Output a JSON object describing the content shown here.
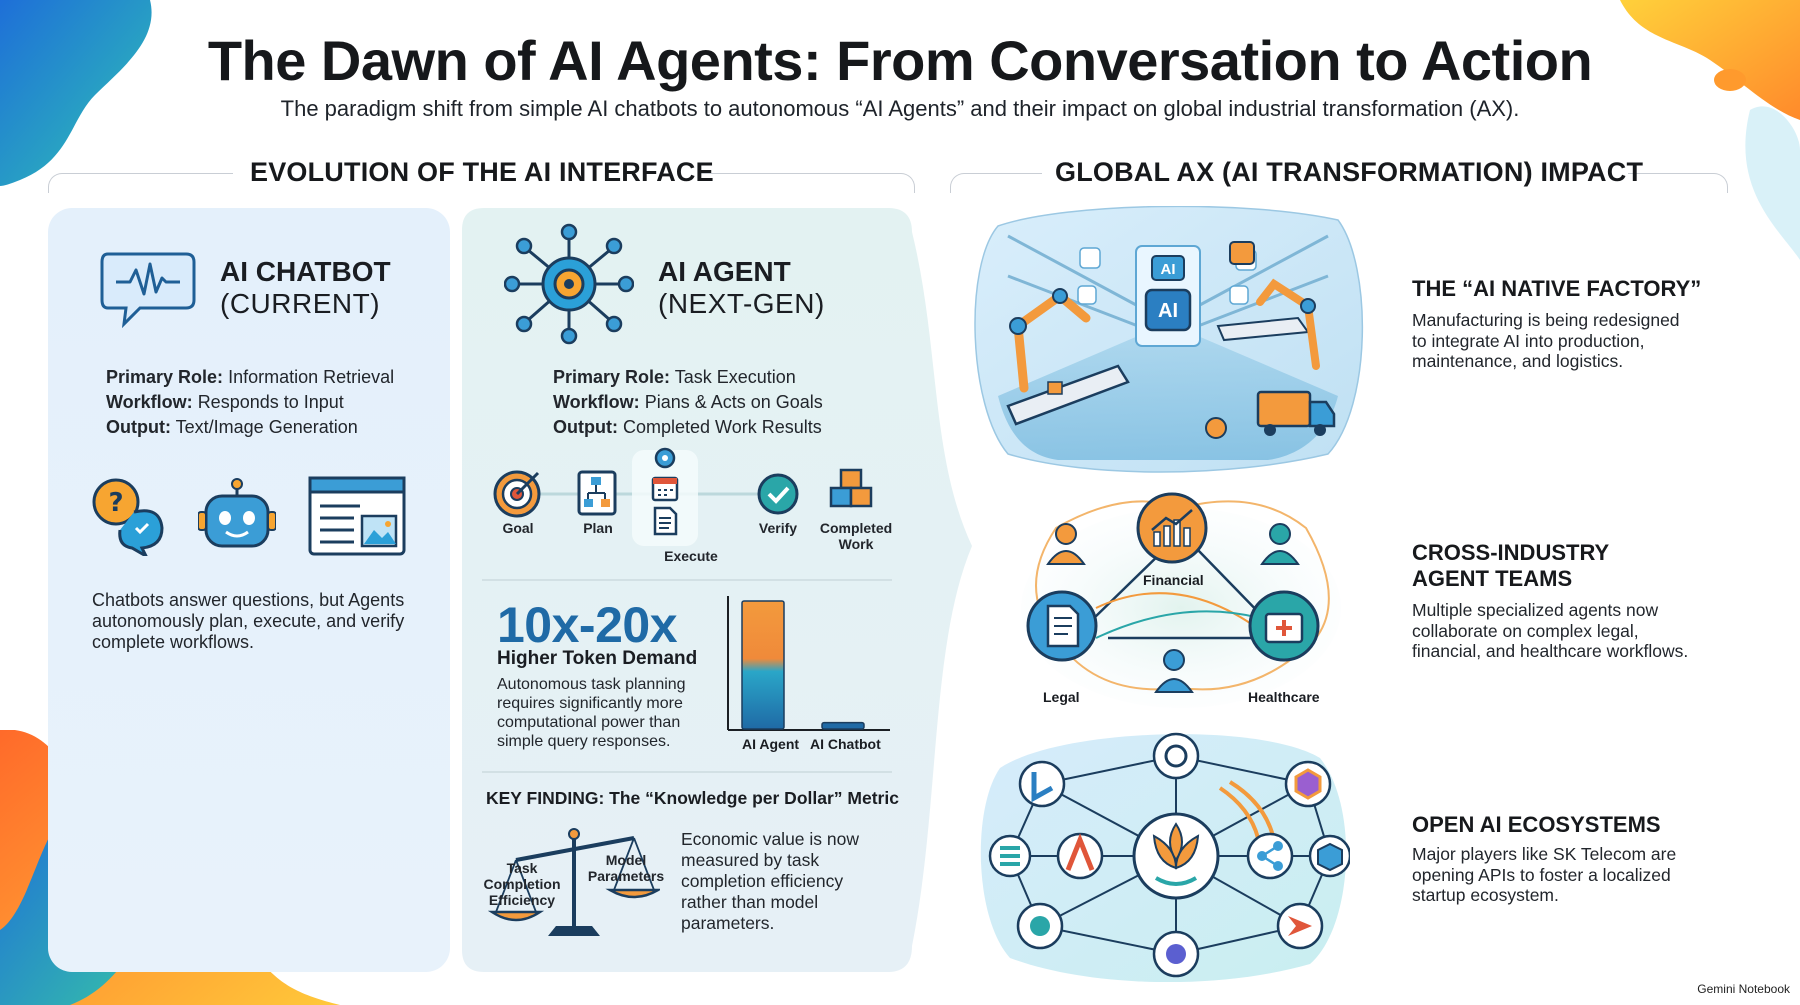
{
  "header": {
    "title": "The Dawn of AI Agents: From Conversation to Action",
    "subtitle": "The paradigm shift from simple AI chatbots to autonomous “AI Agents” and their impact on global industrial transformation (AX)."
  },
  "left_section": {
    "heading": "EVOLUTION OF THE AI INTERFACE",
    "chatbot": {
      "title": "AI CHATBOT",
      "subtitle": "(CURRENT)",
      "specs": [
        {
          "label": "Primary Role:",
          "value": "Information Retrieval"
        },
        {
          "label": "Workflow:",
          "value": "Responds to Input"
        },
        {
          "label": "Output:",
          "value": "Text/Image Generation"
        }
      ],
      "icons": [
        "question-chat-icon",
        "robot-icon",
        "browser-window-icon"
      ],
      "summary": "Chatbots answer questions, but Agents autonomously plan, execute, and verify complete workflows."
    },
    "agent": {
      "title": "AI AGENT",
      "subtitle": "(NEXT-GEN)",
      "specs": [
        {
          "label": "Primary Role:",
          "value": "Task Execution"
        },
        {
          "label": "Workflow:",
          "value": "Pians & Acts on Goals"
        },
        {
          "label": "Output:",
          "value": "Completed Work Results"
        }
      ],
      "steps": [
        "Goal",
        "Plan",
        "Execute",
        "Verify",
        "Completed Work"
      ],
      "token_demand": {
        "value": "10x-20x",
        "label": "Higher Token Demand",
        "description": "Autonomous task planning requires significantly more computational power than simple query responses."
      },
      "chart_data": {
        "type": "bar",
        "categories": [
          "AI Agent",
          "AI Chatbot"
        ],
        "values": [
          20,
          1
        ],
        "ylim": [
          0,
          20
        ],
        "title": "",
        "xlabel": "",
        "ylabel": ""
      },
      "key_finding": {
        "title": "KEY FINDING: The “Knowledge per Dollar” Metric",
        "scale_left": "Task Completion Efficiency",
        "scale_right": "Model Parameters",
        "description": "Economic value is now measured by task completion efficiency rather than model parameters."
      }
    }
  },
  "right_section": {
    "heading": "GLOBAL AX (AI TRANSFORMATION) IMPACT",
    "items": [
      {
        "title": "THE “AI NATIVE FACTORY”",
        "description": "Manufacturing is being redesigned to integrate AI into production, maintenance, and logistics.",
        "icon": "factory-illustration"
      },
      {
        "title": "CROSS-INDUSTRY AGENT TEAMS",
        "description": "Multiple specialized agents now collaborate on complex legal, financial, and healthcare workflows.",
        "icon": "agent-team-diagram"
      },
      {
        "title": "OPEN AI ECOSYSTEMS",
        "description": "Major players like SK Telecom are opening APIs to foster a localized startup ecosystem.",
        "icon": "ecosystem-network"
      }
    ],
    "factory_labels": [
      "AI",
      "AI"
    ],
    "team_labels": [
      "Financial",
      "Legal",
      "Healthcare"
    ]
  },
  "brand": "Gemini Notebook",
  "colors": {
    "accent_blue": "#1f6aa6",
    "teal": "#2aa6a8",
    "orange": "#f39a3d",
    "panel_chatbot": "#e6f1fb",
    "panel_agent": "#e4f2f2"
  }
}
